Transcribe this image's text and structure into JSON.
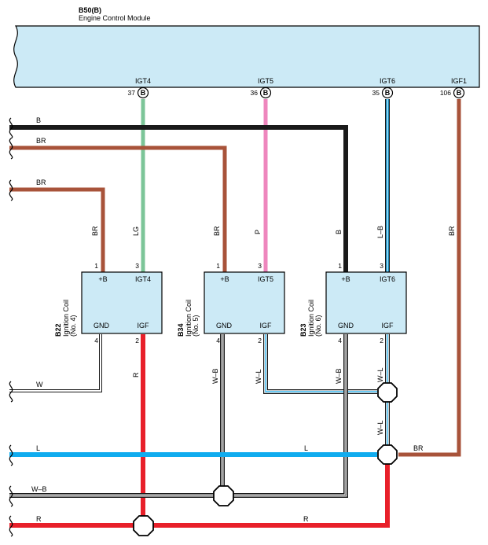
{
  "ecm": {
    "connector": "B50(B)",
    "name": "Engine Control Module",
    "terminals": [
      {
        "name": "IGT4",
        "pin": "37",
        "conn": "B"
      },
      {
        "name": "IGT5",
        "pin": "36",
        "conn": "B"
      },
      {
        "name": "IGT6",
        "pin": "35",
        "conn": "B"
      },
      {
        "name": "IGF1",
        "pin": "106",
        "conn": "B"
      }
    ]
  },
  "coils": [
    {
      "id": "B22",
      "line1": "Ignition Coil",
      "line2": "(No. 4)",
      "igt_label": "IGT4",
      "pwr_label": "+B",
      "gnd_label": "GND",
      "igf_label": "IGF",
      "pin_pwr": "1",
      "pin_igt": "3",
      "pin_gnd": "4",
      "pin_igf": "2"
    },
    {
      "id": "B34",
      "line1": "Ignition Coil",
      "line2": "(No. 5)",
      "igt_label": "IGT5",
      "pwr_label": "+B",
      "gnd_label": "GND",
      "igf_label": "IGF",
      "pin_pwr": "1",
      "pin_igt": "3",
      "pin_gnd": "4",
      "pin_igf": "2"
    },
    {
      "id": "B23",
      "line1": "Ignition Coil",
      "line2": "(No. 6)",
      "igt_label": "IGT6",
      "pwr_label": "+B",
      "gnd_label": "GND",
      "igf_label": "IGF",
      "pin_pwr": "1",
      "pin_igt": "3",
      "pin_gnd": "4",
      "pin_igf": "2"
    }
  ],
  "wire_labels": {
    "b_top": "B",
    "br_top": "BR",
    "br_mid": "BR",
    "br_coil4": "BR",
    "lg": "LG",
    "br_coil5": "BR",
    "p": "P",
    "b_coil6": "B",
    "lb": "L–B",
    "br_igf1": "BR",
    "r_coil4": "R",
    "wb_coil5": "W–B",
    "wl_coil5": "W–L",
    "wb_coil6": "W–B",
    "wl_coil6": "W–L",
    "wl_lower": "W–L",
    "w_left": "W",
    "l_left": "L",
    "l_mid": "L",
    "br_right": "BR",
    "wb_left": "W–B",
    "r_left": "R",
    "r_mid": "R"
  },
  "colors": {
    "B": "#1a1a1a",
    "BR": "#a8533a",
    "LG": "#7cc598",
    "P": "#ee86bd",
    "L": "#10acef",
    "R": "#e8202a",
    "W": "#ffffff",
    "box_fill": "#cceaf6"
  }
}
